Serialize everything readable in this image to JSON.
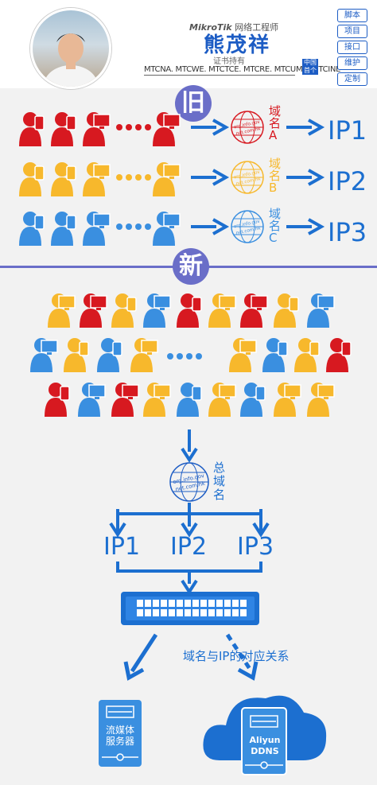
{
  "header": {
    "brand_prefix": "MikroTik",
    "brand_suffix": "网络工程师",
    "name": "熊茂祥",
    "subtitle": "证书持有",
    "certs": "MTCNA. MTCWE. MTCTCE. MTCRE. MTCUME. MTCINE",
    "cn_badge": "中国首个"
  },
  "nav": [
    "脚本",
    "项目",
    "接口",
    "维护",
    "定制"
  ],
  "old_section": {
    "badge": "旧",
    "rows": [
      {
        "color": "#d71920",
        "domain": "域名A",
        "ip": "IP1"
      },
      {
        "color": "#f7b82c",
        "domain": "域名B",
        "ip": "IP2"
      },
      {
        "color": "#3a8fe0",
        "domain": "域名C",
        "ip": "IP3"
      }
    ]
  },
  "new_section": {
    "badge": "新",
    "domain_label": "总域名",
    "ips": [
      "IP1",
      "IP2",
      "IP3"
    ],
    "mapping_note": "域名与IP的对应关系",
    "server_left": "流媒体服务器",
    "server_right_line1": "Aliyun",
    "server_right_line2": "DDNS"
  },
  "globe_text": [
    "org",
    "info",
    "gov",
    "net",
    "com",
    "hk"
  ],
  "colors": {
    "red": "#d71920",
    "yellow": "#f7b82c",
    "blue": "#3a8fe0",
    "accent": "#1c5cc4",
    "divider": "#6a6ec8"
  }
}
